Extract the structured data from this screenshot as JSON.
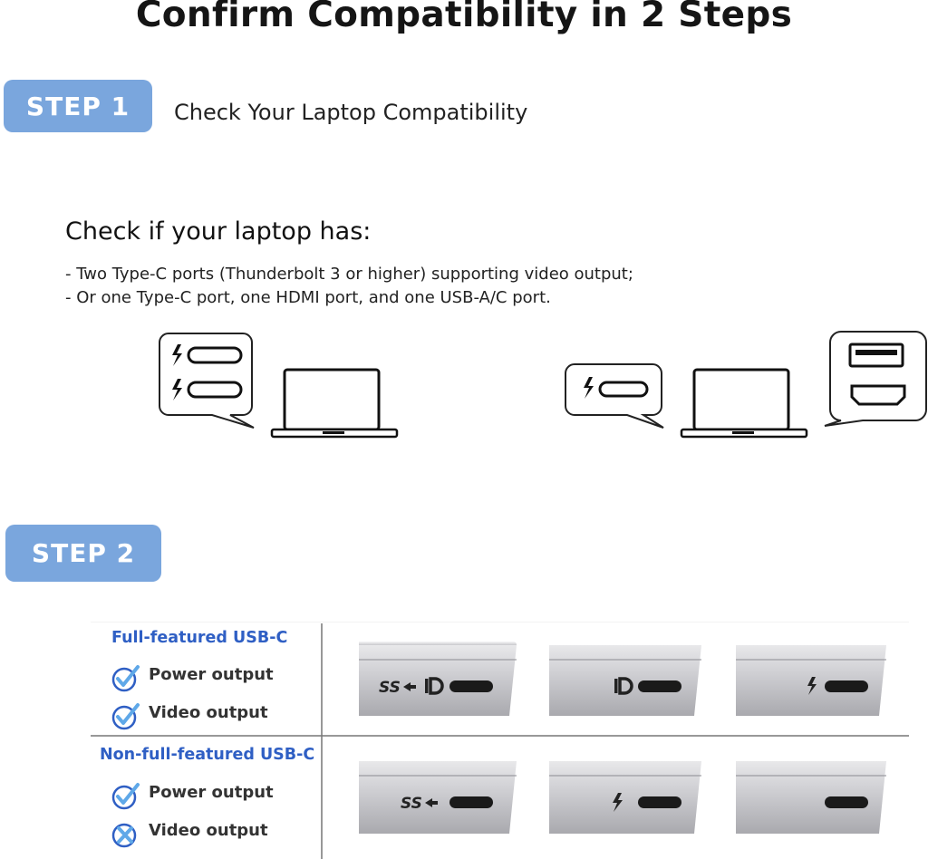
{
  "title": "Confirm Compatibility in 2 Steps",
  "step1": {
    "badge": "STEP 1",
    "heading": "Check Your Laptop Compatibility",
    "check_heading": "Check if your laptop has:",
    "requirements": [
      "- Two Type-C ports (Thunderbolt 3 or higher) supporting video output;",
      "- Or one Type-C port, one HDMI port, and one USB-A/C port."
    ]
  },
  "step2": {
    "badge": "STEP 2",
    "full_featured": {
      "title": "Full-featured USB-C",
      "power": "Power output",
      "video": "Video output",
      "power_icon": "check-circle-icon",
      "video_icon": "check-circle-icon"
    },
    "non_full_featured": {
      "title": "Non-full-featured USB-C",
      "power": "Power output",
      "video": "Video output",
      "power_icon": "check-circle-icon",
      "video_icon": "x-circle-icon"
    },
    "port_marks": {
      "ss": "SS"
    }
  },
  "colors": {
    "badge": "#7aa6dd",
    "table_title": "#2f5fc4",
    "check": "#2f5fc4"
  }
}
